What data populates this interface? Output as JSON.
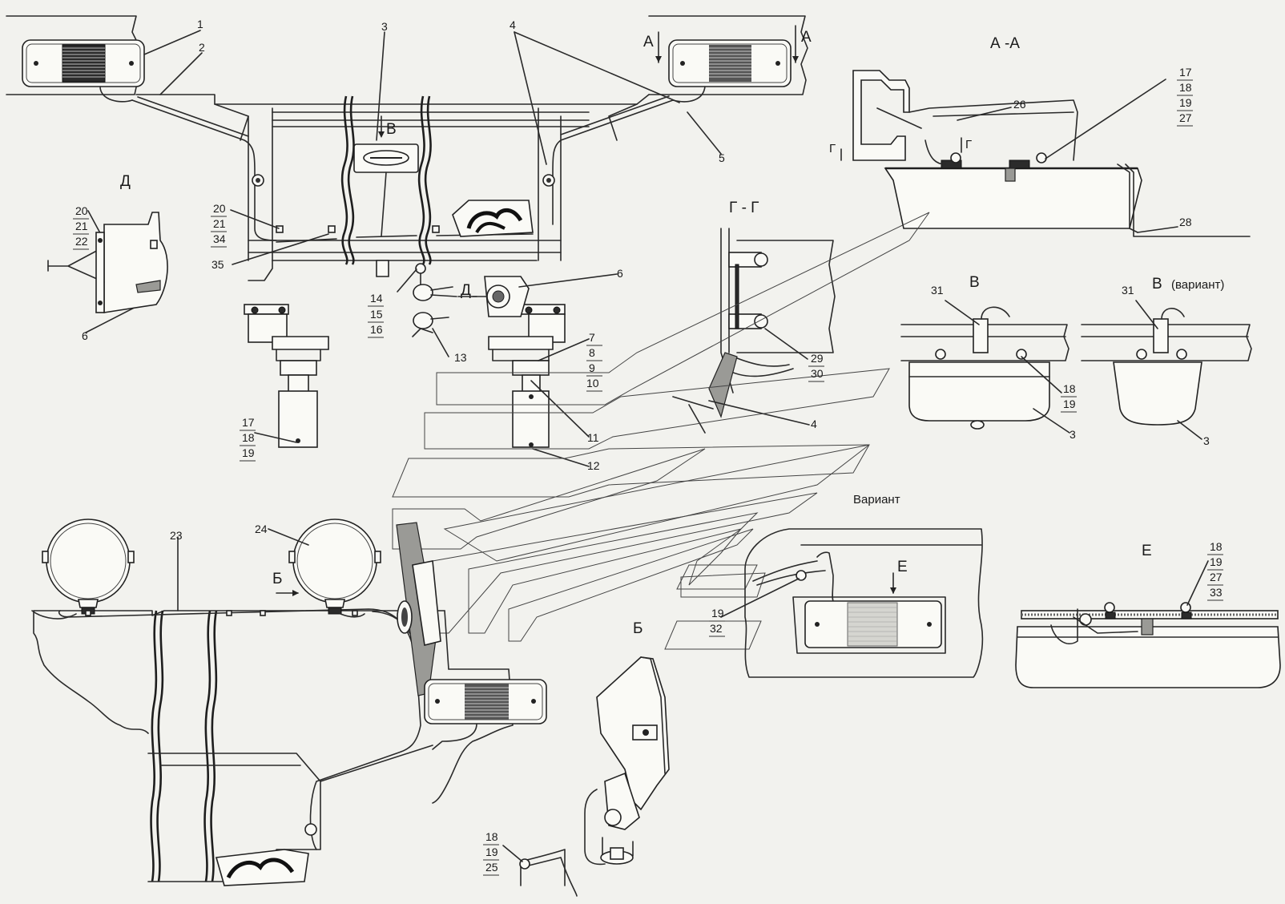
{
  "section_labels": {
    "section_aa": "А -А",
    "view_d": "Д",
    "section_gg": "Г - Г",
    "view_v": "В",
    "view_v_variant_letter": "В",
    "view_v_variant_word": "(вариант)",
    "variant": "Вариант",
    "view_e": "Е",
    "view_b": "Б"
  },
  "view_arrows": {
    "a_left": "А",
    "a_right": "А",
    "v_top": "В",
    "d_mid": "Д",
    "g_left": "Г",
    "g_right": "Г",
    "b_bottom": "Б",
    "e_variant": "Е"
  },
  "callouts": {
    "c1": "1",
    "c2": "2",
    "c3": "3",
    "c4": "4",
    "c5": "5",
    "c6_d": "6",
    "c6_mid": "6",
    "c7": "7",
    "c8": "8",
    "c9": "9",
    "c10": "10",
    "c11": "11",
    "c12": "12",
    "c13": "13",
    "c14": "14",
    "c15": "15",
    "c16": "16",
    "c17_l": "17",
    "c18_l": "18",
    "c19_l": "19",
    "c20_d": "20",
    "c21_d": "21",
    "c22_d": "22",
    "c20": "20",
    "c21": "21",
    "c34": "34",
    "c35": "35",
    "c23": "23",
    "c24": "24",
    "c17_aa": "17",
    "c18_aa": "18",
    "c19_aa": "19",
    "c27_aa": "27",
    "c26": "26",
    "c28": "28",
    "c29": "29",
    "c30": "30",
    "c4_gg": "4",
    "c31_v": "31",
    "c18_v": "18",
    "c19_v": "19",
    "c3_v": "3",
    "c31_vv": "31",
    "c3_vv": "3",
    "c19_var": "19",
    "c32_var": "32",
    "c18_e": "18",
    "c19_e": "19",
    "c27_e": "27",
    "c33_e": "33",
    "c18_b": "18",
    "c19_b": "19",
    "c25_b": "25"
  }
}
